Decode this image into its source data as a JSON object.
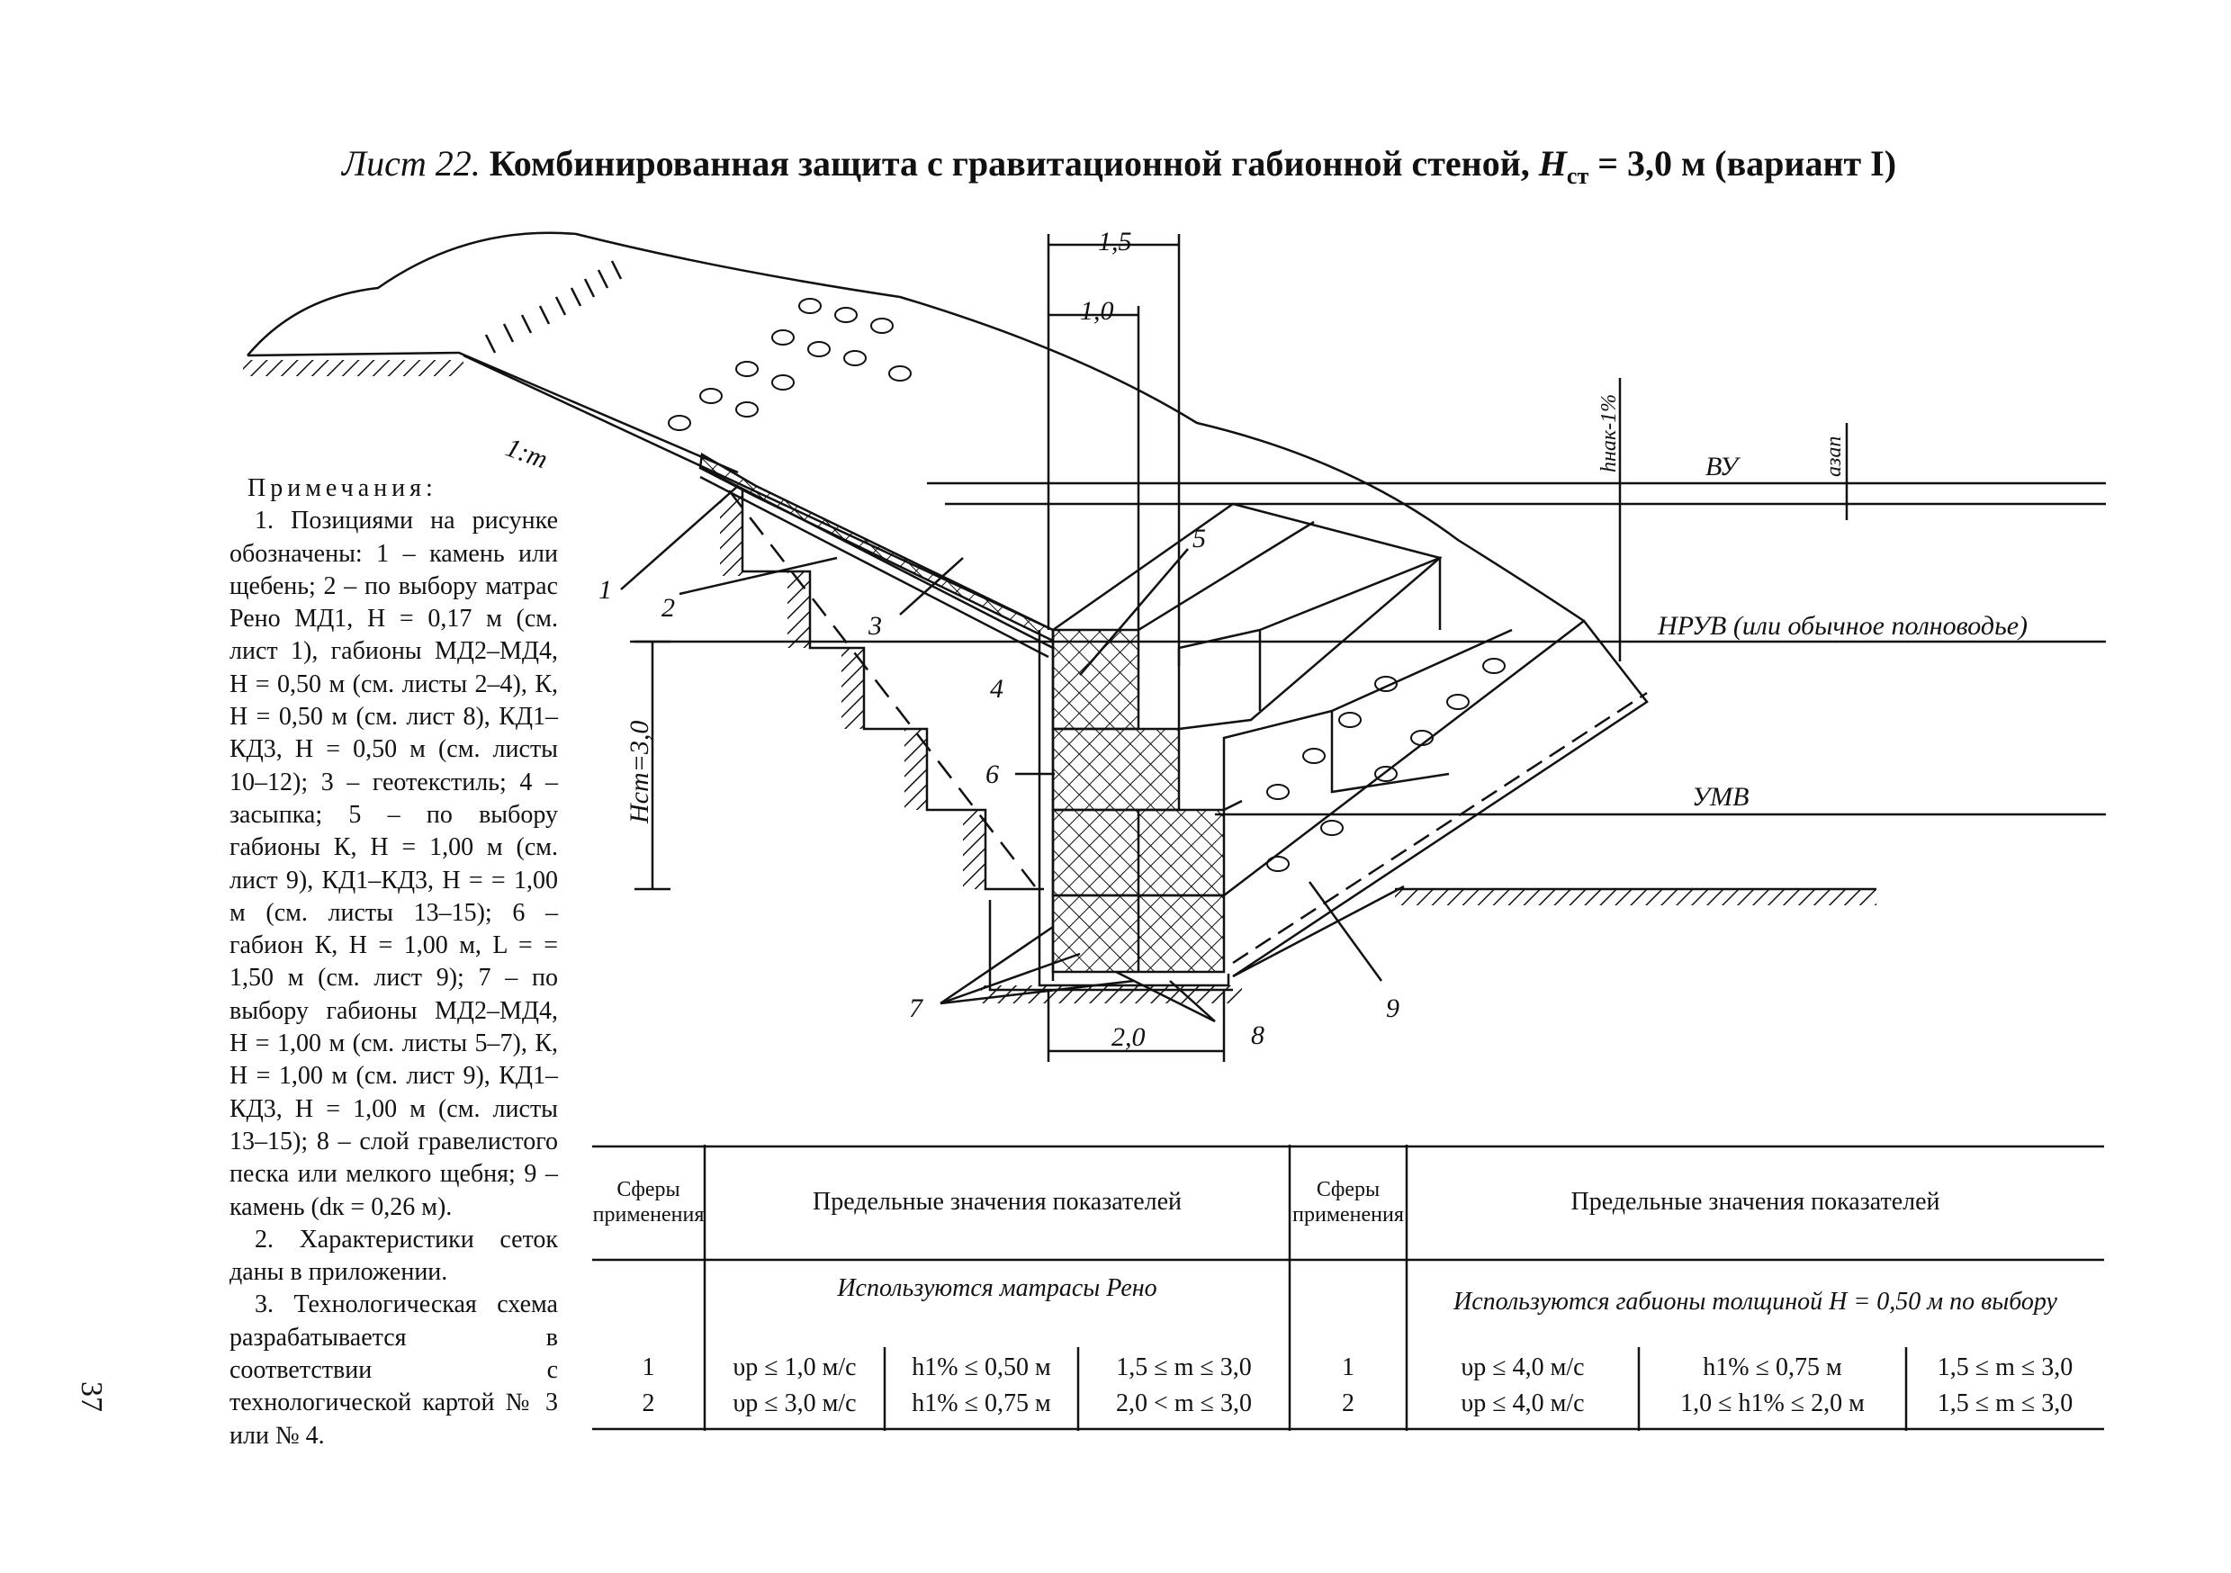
{
  "title": {
    "sheet": "Лист 22.",
    "main": "Комбинированная защита с гравитационной габионной стеной,",
    "hsym": "H",
    "hsub": "ст",
    "rest": "= 3,0 м (вариант I)"
  },
  "notes": {
    "heading": "Примечания:",
    "items": [
      "1. Позициями на рисунке обозначены: 1 – камень или щебень; 2 – по выбору матрас Рено МД1, H = 0,17 м (см. лист 1), габионы МД2–МД4, H = 0,50 м (см. листы 2–4), К, H = 0,50 м (см. лист 8), КД1–КД3, H = 0,50 м (см. листы 10–12); 3 – геотекстиль; 4 – засыпка; 5 – по выбору габионы К, H = 1,00 м (см. лист 9), КД1–КД3, H = = 1,00 м (см. листы 13–15); 6 – габион К, H = 1,00 м, L = = 1,50 м (см. лист 9); 7 – по выбору габионы МД2–МД4, H = 1,00 м (см. листы 5–7), К, H = 1,00 м (см. лист 9), КД1–КД3, H = 1,00 м (см. листы 13–15); 8 – слой гравелистого песка или мелкого щебня; 9 – камень (dк = 0,26 м).",
      "2. Характеристики сеток даны в приложении.",
      "3. Технологическая схема разрабатывается в соответствии с технологической картой № 3 или № 4."
    ]
  },
  "page_number": "37",
  "drawing": {
    "dims": [
      "1,5",
      "1,0",
      "2,0"
    ],
    "h_wall": "Hст=3,0",
    "slope": "1:m",
    "levels": {
      "vu": "ВУ",
      "nruv": "НРУВ (или обычное полноводье)",
      "umv": "УМВ",
      "h_run": "hнак-1%",
      "a_zap": "aзап"
    },
    "positions": [
      "1",
      "2",
      "3",
      "4",
      "5",
      "6",
      "7",
      "8",
      "9"
    ]
  },
  "table": {
    "sphere_header": "Сферы применения",
    "limits_header": "Предельные значения показателей",
    "left": {
      "caption": "Используются матрасы Рено",
      "rows": [
        {
          "n": "1",
          "v": "υp ≤ 1,0 м/с",
          "h": "h1% ≤ 0,50 м",
          "m": "1,5 ≤ m ≤ 3,0"
        },
        {
          "n": "2",
          "v": "υp ≤ 3,0 м/с",
          "h": "h1% ≤ 0,75 м",
          "m": "2,0 < m ≤ 3,0"
        }
      ]
    },
    "right": {
      "caption": "Используются габионы толщиной H = 0,50 м по выбору",
      "rows": [
        {
          "n": "1",
          "v": "υp ≤ 4,0 м/с",
          "h": "h1% ≤ 0,75 м",
          "m": "1,5 ≤ m ≤ 3,0"
        },
        {
          "n": "2",
          "v": "υp ≤ 4,0 м/с",
          "h": "1,0 ≤ h1% ≤ 2,0 м",
          "m": "1,5 ≤ m ≤ 3,0"
        }
      ]
    }
  }
}
